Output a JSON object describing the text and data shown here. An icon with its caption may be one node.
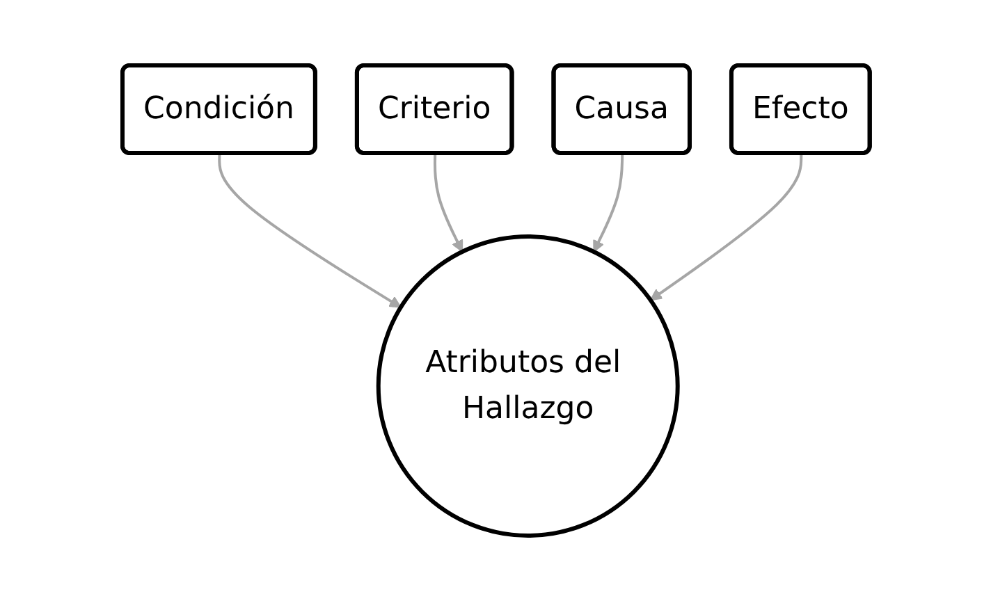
{
  "diagram": {
    "nodes": [
      {
        "text": [
          "Criterio"
        ]
      },
      {
        "text": [
          "Causa"
        ]
      },
      {
        "text": [
          "Condición"
        ]
      },
      {
        "text": [
          "Atributos del Hallazgo"
        ]
      },
      {
        "text": [
          "Efecto"
        ]
      }
    ],
    "edges": [
      {
        "from": 2,
        "to": 3,
        "arrow": "to"
      },
      {
        "from": 0,
        "to": 3,
        "arrow": "to"
      },
      {
        "from": 1,
        "to": 3,
        "arrow": "to"
      },
      {
        "from": 4,
        "to": 3,
        "arrow": "to"
      }
    ]
  }
}
